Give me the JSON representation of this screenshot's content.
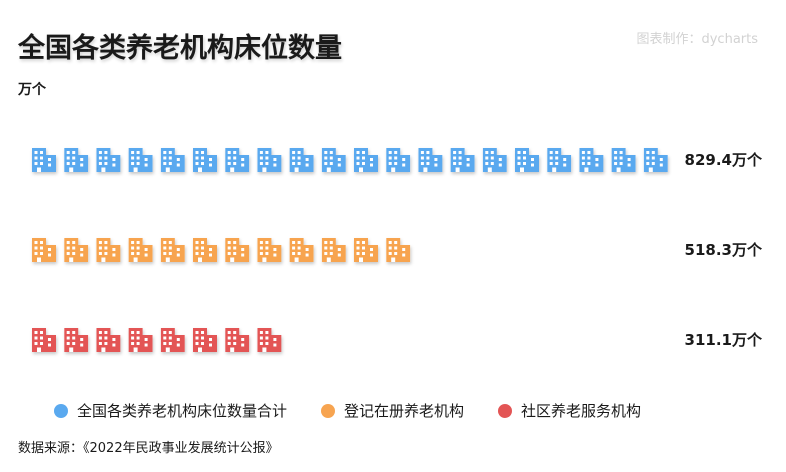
{
  "title": "全国各类养老机构床位数量",
  "watermark": "图表制作：dycharts",
  "unit_label": "万个",
  "source": "数据来源：《2022年民政事业发展统计公报》",
  "chart_data": {
    "type": "bar",
    "categories": [
      "全国各类养老机构床位数量合计",
      "登记在册养老机构",
      "社区养老服务机构"
    ],
    "values": [
      829.4,
      518.3,
      311.1
    ],
    "value_labels": [
      "829.4万个",
      "518.3万个",
      "311.1万个"
    ],
    "colors": [
      "#5aa9ef",
      "#f7a450",
      "#e35555"
    ],
    "icon": "building-icon",
    "icon_counts": [
      20,
      12,
      8
    ],
    "ylabel": "万个",
    "legend_position": "bottom",
    "grid": false
  }
}
